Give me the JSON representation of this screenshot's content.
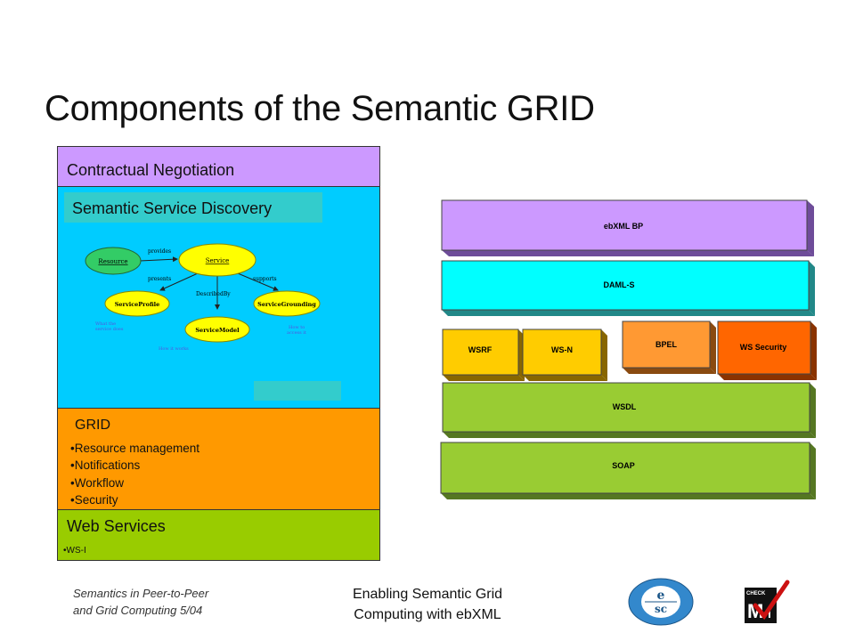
{
  "title": "Components of the Semantic GRID",
  "left_stack": {
    "contractual": "Contractual Negotiation",
    "discovery": "Semantic Service Discovery",
    "owl_diagram": {
      "resource": "Resource",
      "service": "Service",
      "service_profile": "ServiceProfile",
      "service_model": "ServiceModel",
      "service_grounding": "ServiceGrounding",
      "provides": "provides",
      "presents": "presents",
      "described_by": "DescribedBy",
      "supports": "supports",
      "what_it_does": "What the service does",
      "how_it_works": "How it works",
      "how_to_access": "How to access it"
    },
    "grid": {
      "title": "GRID",
      "items": [
        "Resource management",
        "Notifications",
        "Workflow",
        "Security"
      ]
    },
    "web_services": {
      "title": "Web Services",
      "items": [
        "WS-I"
      ]
    }
  },
  "right_stack": {
    "ebxml_bp": "ebXML BP",
    "daml_s": "DAML-S",
    "wsrf": "WSRF",
    "ws_n": "WS-N",
    "bpel": "BPEL",
    "ws_security": "WS Security",
    "wsdl": "WSDL",
    "soap": "SOAP"
  },
  "colors": {
    "purple": "#cc99ff",
    "cyan": "#00ffff",
    "yellow": "#ffcc00",
    "orange": "#ff9933",
    "dark_orange": "#ff6600",
    "green": "#99cc33",
    "discovery_blue": "#00ccff"
  },
  "footer": {
    "left": "Semantics in Peer-to-Peer and Grid Computing 5/04",
    "center": "Enabling Semantic Grid Computing with ebXML",
    "logo_esc": "esc",
    "logo_check": "CHECK"
  }
}
